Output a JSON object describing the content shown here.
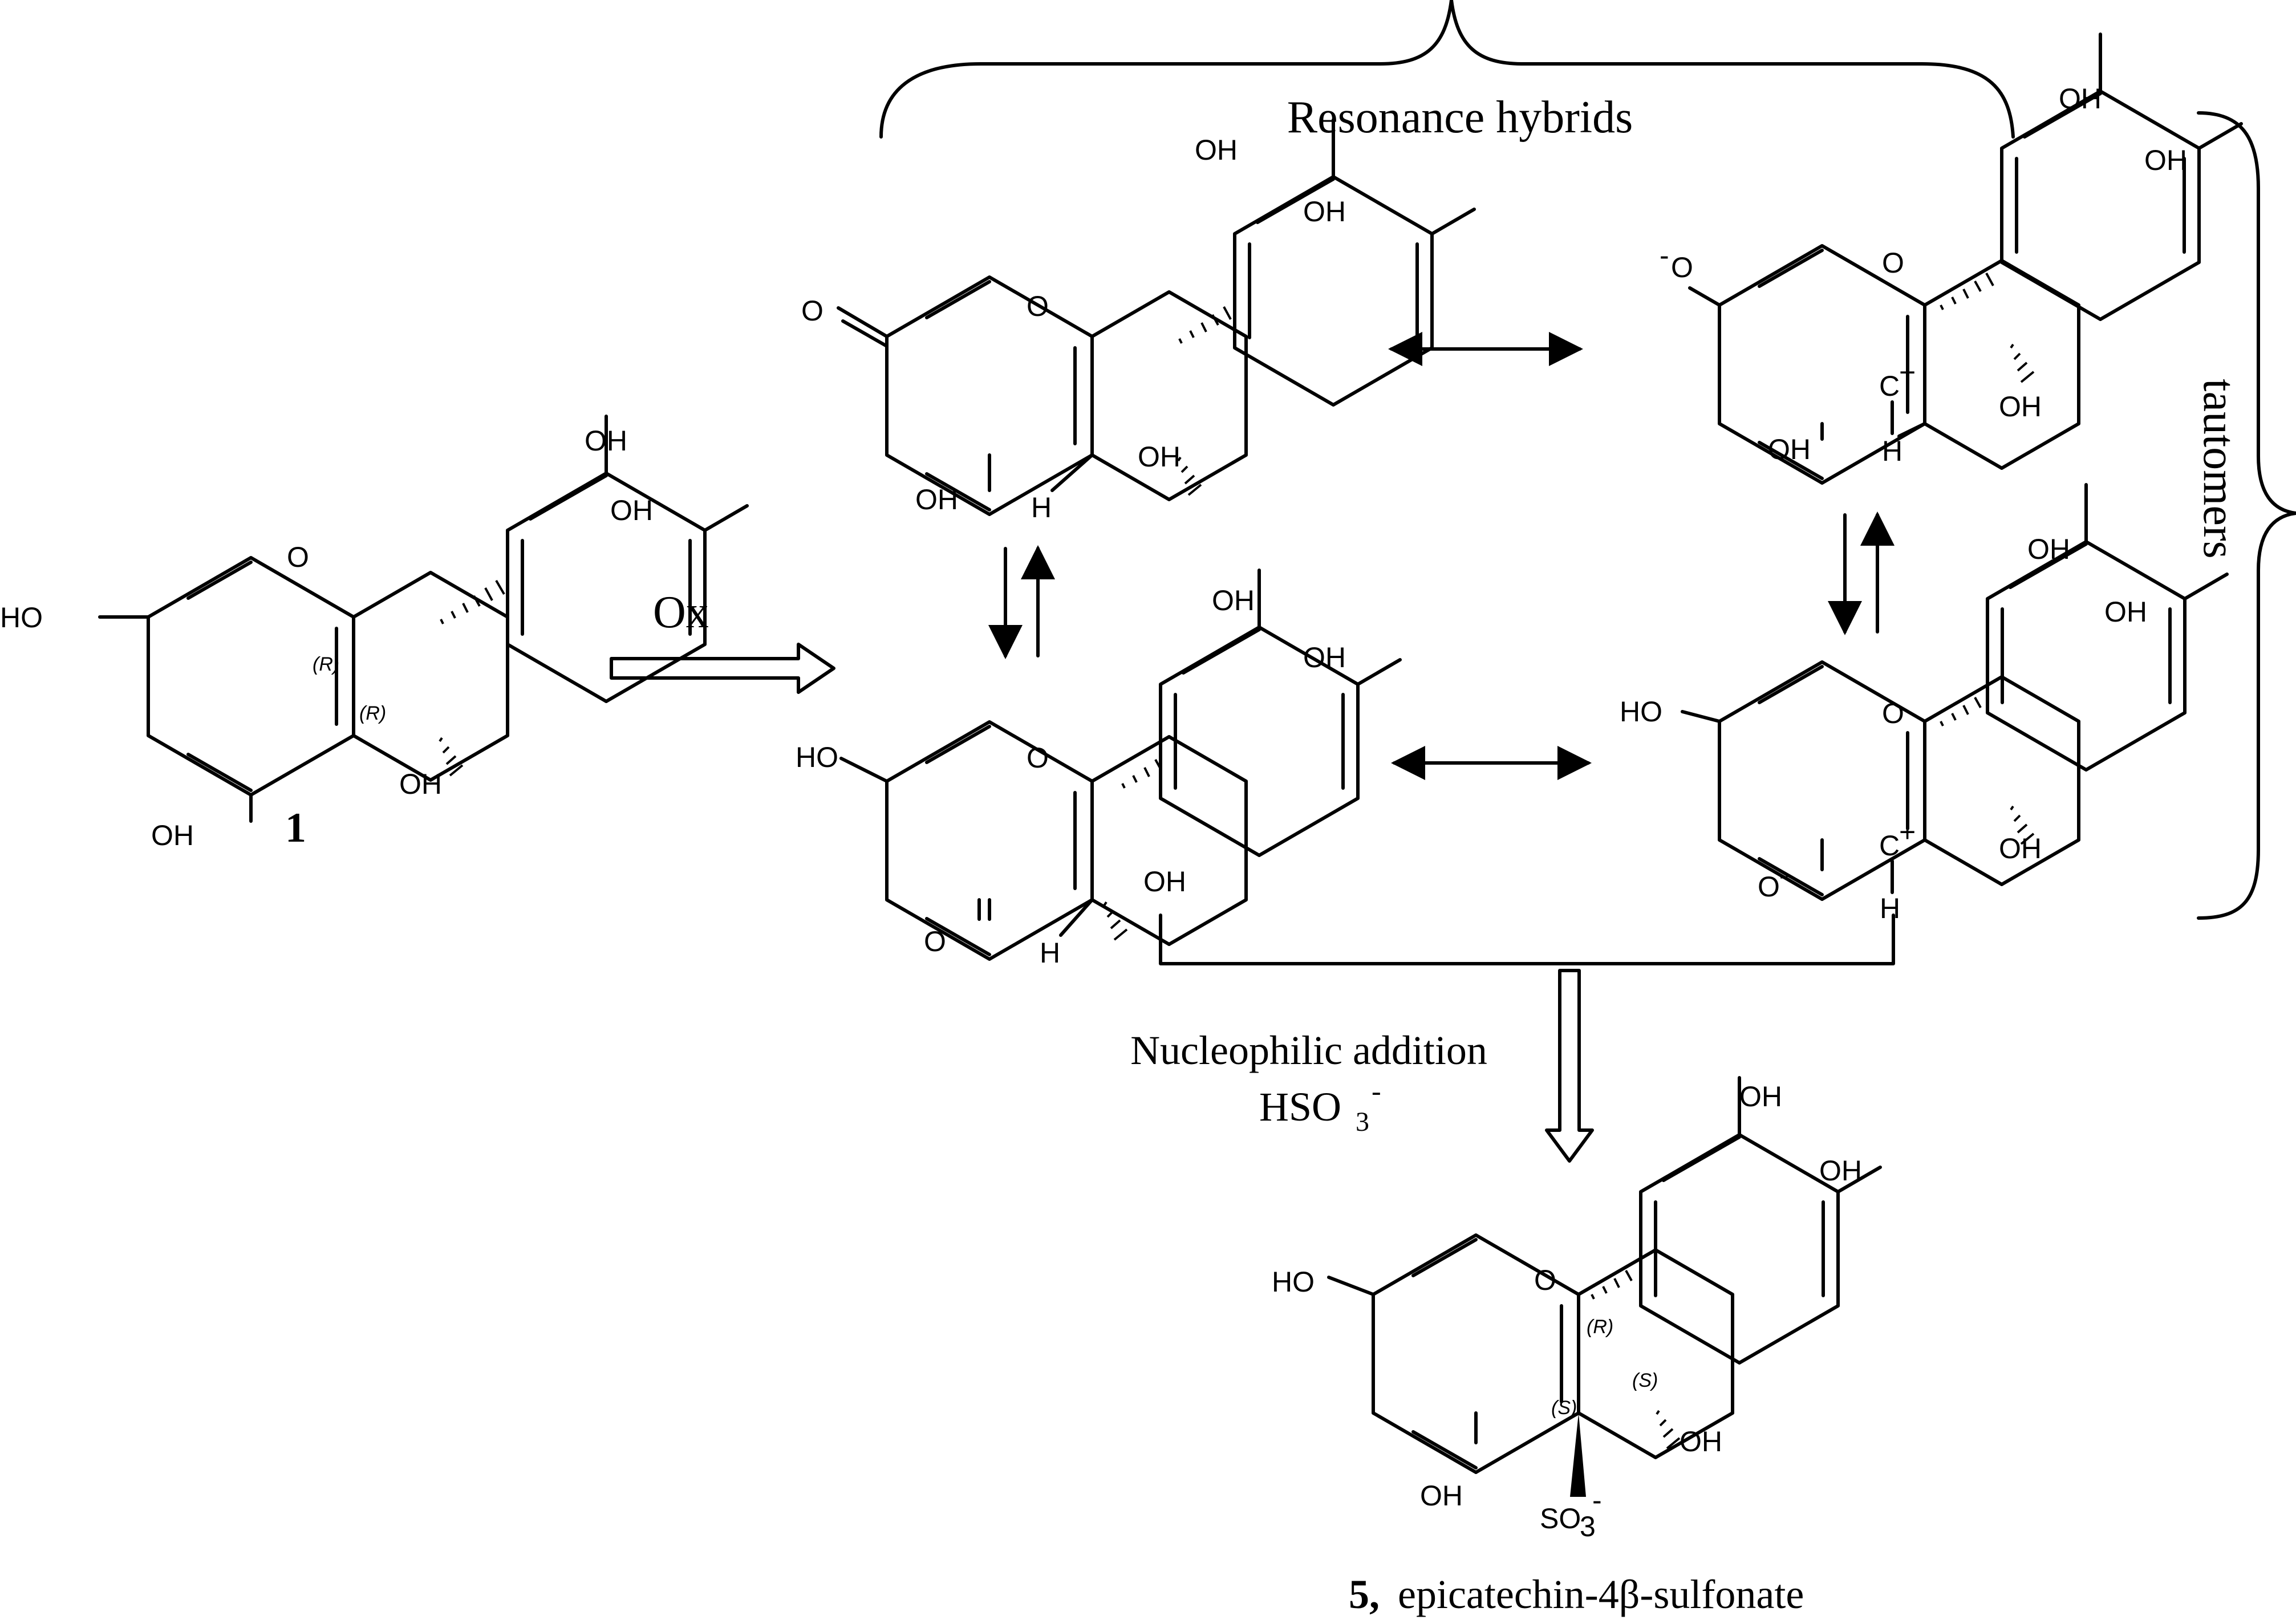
{
  "header": {
    "title": "Resonance hybrids"
  },
  "side": {
    "tautomers": "tautomers"
  },
  "arrows": {
    "ox": "Ox",
    "nucleophilic": "Nucleophilic addition",
    "reagent_main": "HSO",
    "reagent_sub": "3",
    "reagent_sup": "-"
  },
  "compound1": {
    "label": "1"
  },
  "product": {
    "number": "5,",
    "name": "epicatechin-4β-sulfonate"
  },
  "labels": {
    "OH": "OH",
    "HO": "HO",
    "O": "O",
    "H": "H",
    "C": "C",
    "plus": "+",
    "minus": "-",
    "R": "(R)",
    "S": "(S)",
    "SO": "SO",
    "three": "3"
  },
  "colors": {
    "ink": "#000000",
    "background": "#ffffff"
  }
}
